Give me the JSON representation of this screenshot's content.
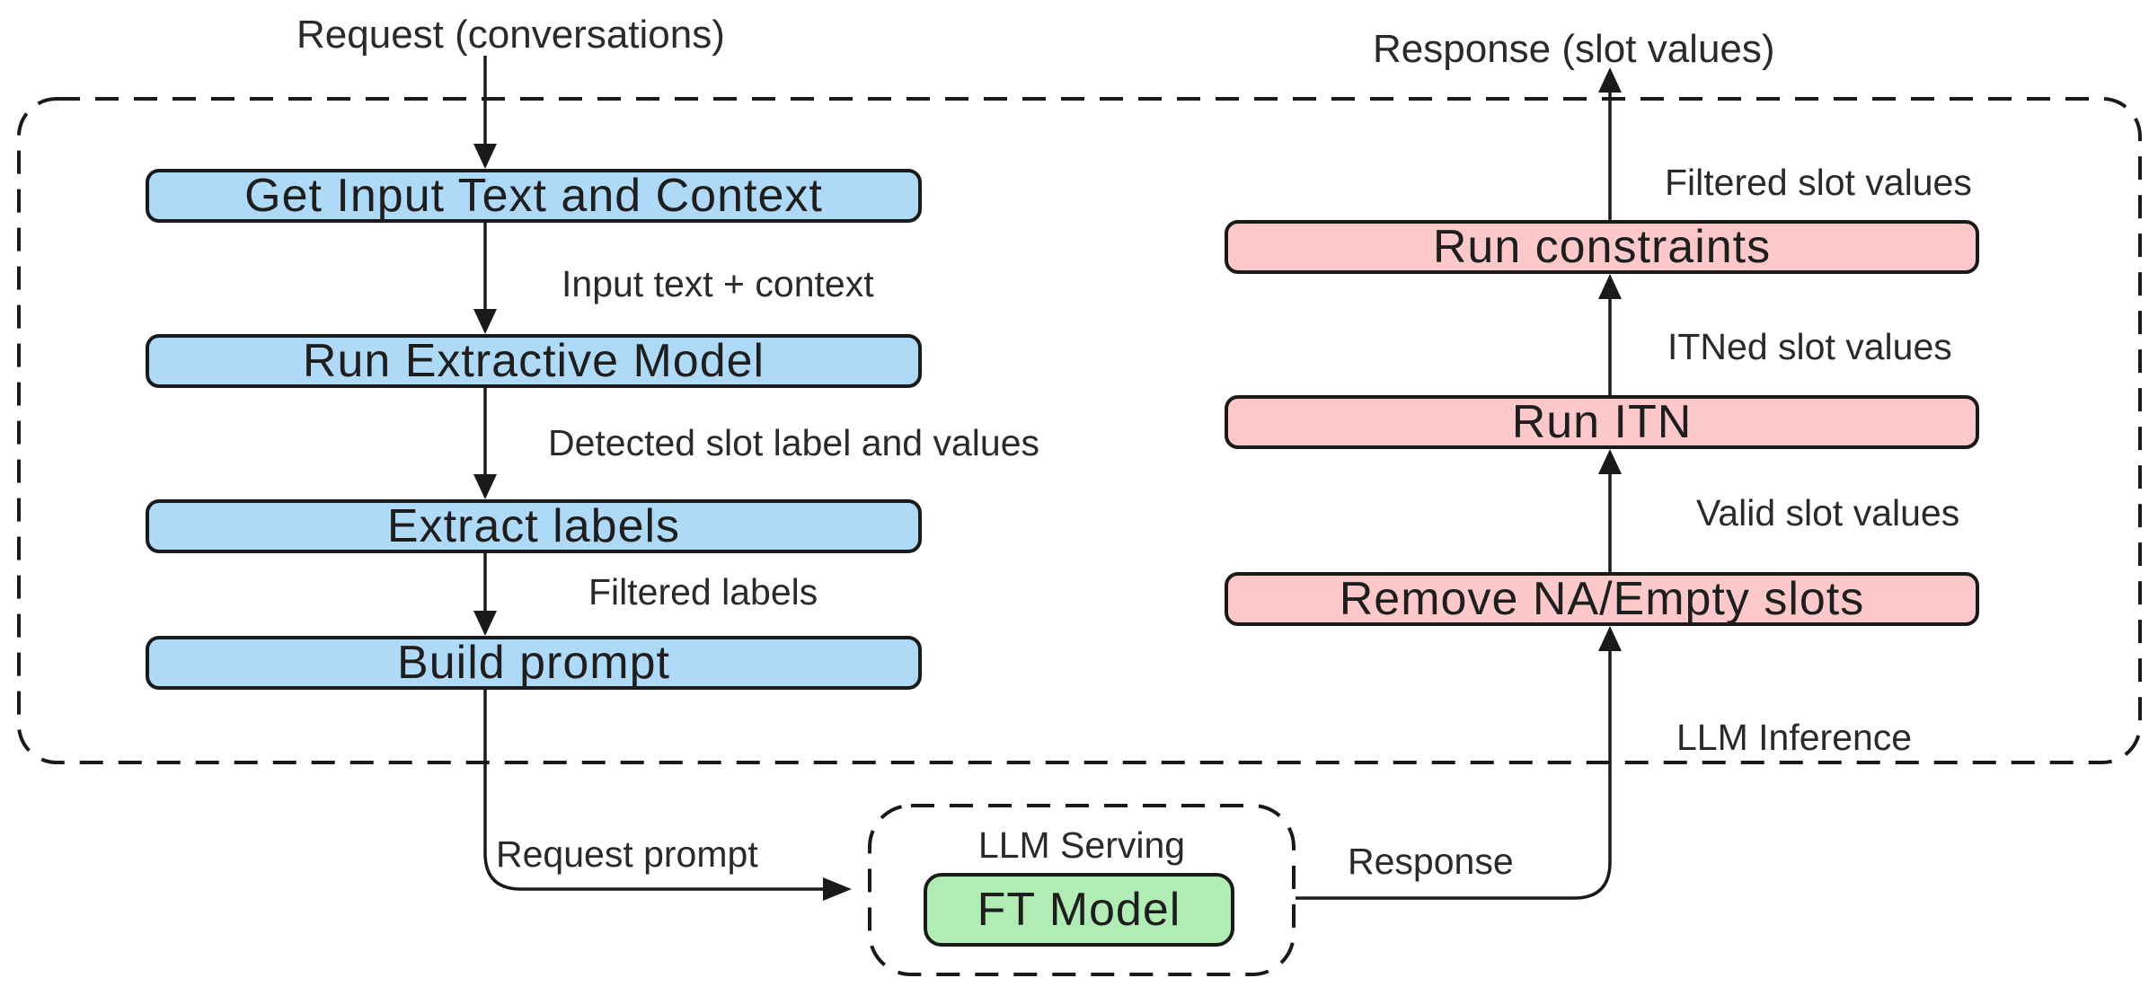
{
  "diagram": {
    "endpoints": {
      "request": "Request (conversations)",
      "response": "Response (slot values)"
    },
    "containers": {
      "inference_label": "LLM Inference",
      "serving_label": "LLM Serving"
    },
    "nodes": {
      "left_pipeline": [
        {
          "label": "Get Input Text and Context"
        },
        {
          "label": "Run Extractive Model"
        },
        {
          "label": "Extract labels"
        },
        {
          "label": "Build prompt"
        }
      ],
      "right_pipeline": [
        {
          "label": "Run constraints"
        },
        {
          "label": "Run ITN"
        },
        {
          "label": "Remove NA/Empty slots"
        }
      ],
      "model": {
        "label": "FT Model"
      }
    },
    "edge_labels": {
      "left": [
        "Input text + context",
        "Detected slot label and values",
        "Filtered labels"
      ],
      "right": [
        "Filtered slot values",
        "ITNed slot values",
        "Valid slot values"
      ],
      "request_prompt": "Request prompt",
      "serving_response": "Response"
    },
    "colors": {
      "process_node_blue": "#aed9f7",
      "postprocess_node_pink": "#fcc8c9",
      "model_node_green": "#b2ecb5",
      "line_black": "#1a1a1a",
      "background": "#ffffff"
    }
  }
}
